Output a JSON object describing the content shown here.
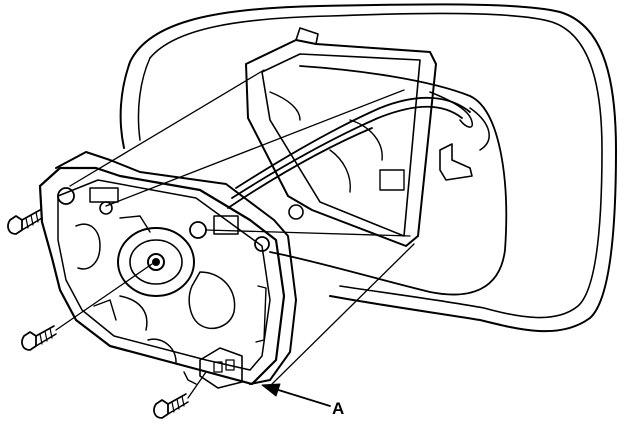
{
  "figure": {
    "callouts": [
      {
        "id": "A",
        "label": "A",
        "target": "mirror-actuator-assembly"
      }
    ],
    "parts": [
      {
        "name": "mirror-housing"
      },
      {
        "name": "mirror-actuator-assembly"
      },
      {
        "name": "mounting-screw",
        "count": 3
      },
      {
        "name": "actuator-mounting-frame"
      }
    ],
    "colors": {
      "line": "#000000",
      "background": "#ffffff"
    }
  }
}
